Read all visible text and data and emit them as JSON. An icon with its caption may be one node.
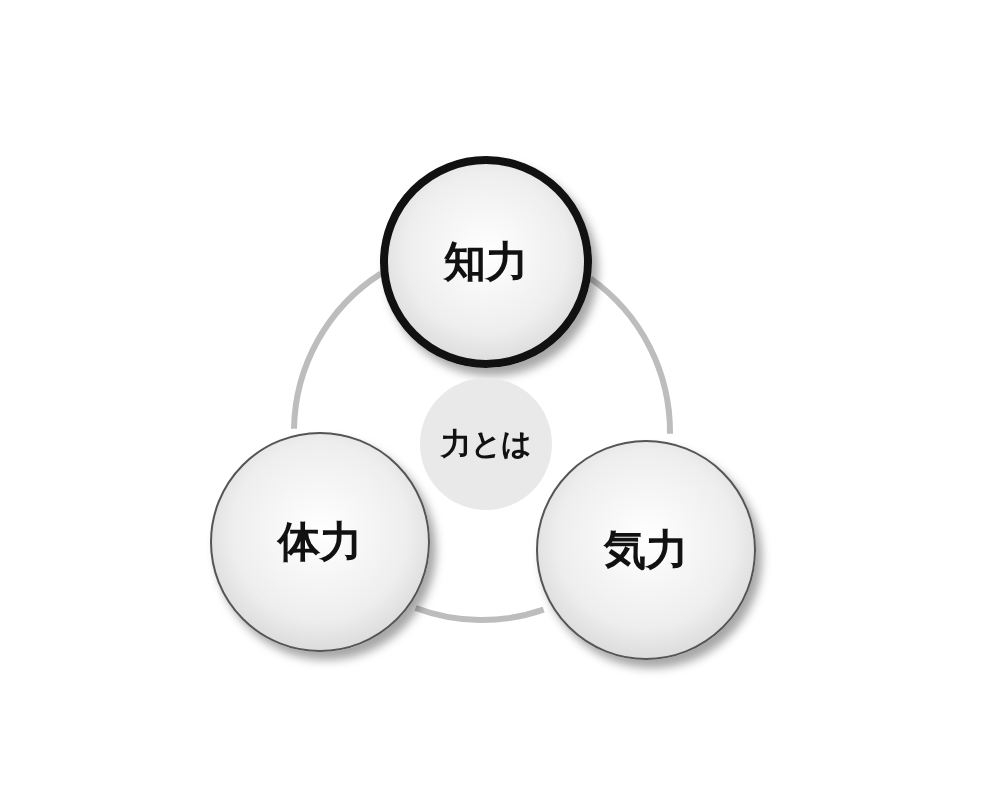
{
  "diagram": {
    "nodes": [
      {
        "text": [
          "知力"
        ]
      },
      {
        "text": [
          "力とは"
        ]
      },
      {
        "text": [
          "体力"
        ]
      },
      {
        "text": [
          "気力"
        ]
      }
    ],
    "edges": [
      {
        "from": 0,
        "to": 2,
        "arrow": "none"
      },
      {
        "from": 2,
        "to": 3,
        "arrow": "none"
      },
      {
        "from": 3,
        "to": 0,
        "arrow": "none"
      }
    ]
  }
}
